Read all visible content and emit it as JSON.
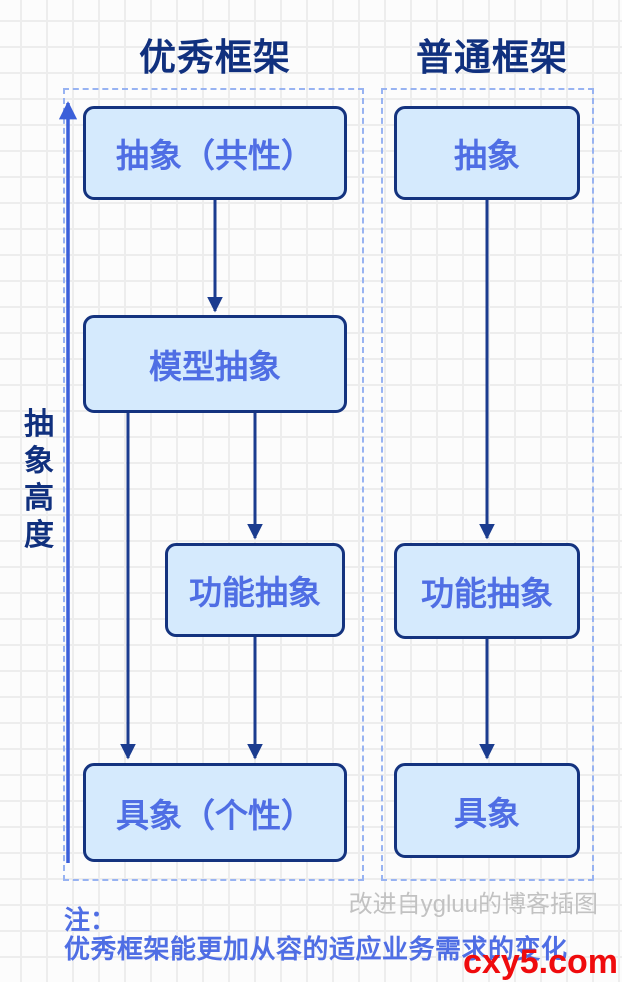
{
  "diagram": {
    "y_axis_label": "抽象高度",
    "columns": [
      {
        "title": "优秀框架",
        "nodes": [
          {
            "label": "抽象（共性）"
          },
          {
            "label": "模型抽象"
          },
          {
            "label": "功能抽象"
          },
          {
            "label": "具象（个性）"
          }
        ],
        "edges": [
          {
            "from": "抽象（共性）",
            "to": "模型抽象"
          },
          {
            "from": "模型抽象",
            "to": "具象（个性）"
          },
          {
            "from": "模型抽象",
            "to": "功能抽象"
          },
          {
            "from": "功能抽象",
            "to": "具象（个性）"
          }
        ]
      },
      {
        "title": "普通框架",
        "nodes": [
          {
            "label": "抽象"
          },
          {
            "label": "功能抽象"
          },
          {
            "label": "具象"
          }
        ],
        "edges": [
          {
            "from": "抽象",
            "to": "功能抽象"
          },
          {
            "from": "功能抽象",
            "to": "具象"
          }
        ]
      }
    ]
  },
  "footer": {
    "attribution": "改进自ygluu的博客插图",
    "note_prefix": "注：",
    "note": "优秀框架能更加从容的适应业务需求的变化",
    "watermark": "cxy5.com"
  },
  "colors": {
    "node_fill": "#d5eafd",
    "node_border": "#14337f",
    "node_text": "#4f6ee4",
    "header_text": "#10307e",
    "arrow": "#1b3c8f",
    "axis_arrow": "#3b5fd9",
    "dashed_border": "#98b3f2",
    "attribution": "#c2c2c2",
    "watermark": "#ef0b0d"
  }
}
